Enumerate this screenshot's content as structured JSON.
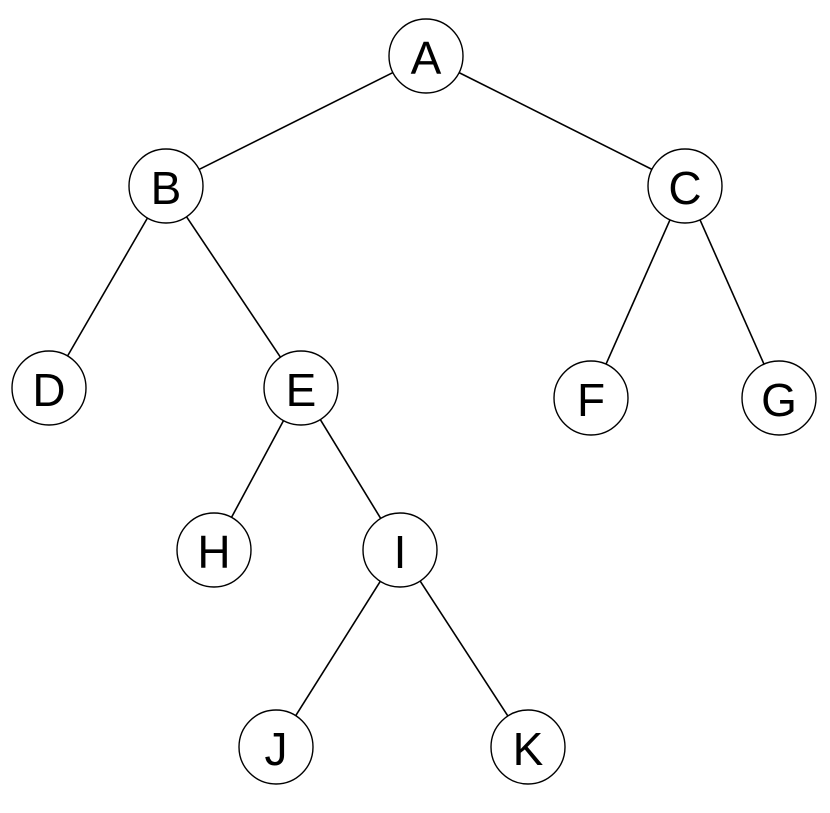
{
  "tree": {
    "nodes": [
      {
        "id": "A",
        "label": "A"
      },
      {
        "id": "B",
        "label": "B"
      },
      {
        "id": "C",
        "label": "C"
      },
      {
        "id": "D",
        "label": "D"
      },
      {
        "id": "E",
        "label": "E"
      },
      {
        "id": "F",
        "label": "F"
      },
      {
        "id": "G",
        "label": "G"
      },
      {
        "id": "H",
        "label": "H"
      },
      {
        "id": "I",
        "label": "I"
      },
      {
        "id": "J",
        "label": "J"
      },
      {
        "id": "K",
        "label": "K"
      }
    ],
    "edges": [
      {
        "from": "A",
        "to": "B"
      },
      {
        "from": "A",
        "to": "C"
      },
      {
        "from": "B",
        "to": "D"
      },
      {
        "from": "B",
        "to": "E"
      },
      {
        "from": "C",
        "to": "F"
      },
      {
        "from": "C",
        "to": "G"
      },
      {
        "from": "E",
        "to": "H"
      },
      {
        "from": "E",
        "to": "I"
      },
      {
        "from": "I",
        "to": "J"
      },
      {
        "from": "I",
        "to": "K"
      }
    ]
  }
}
